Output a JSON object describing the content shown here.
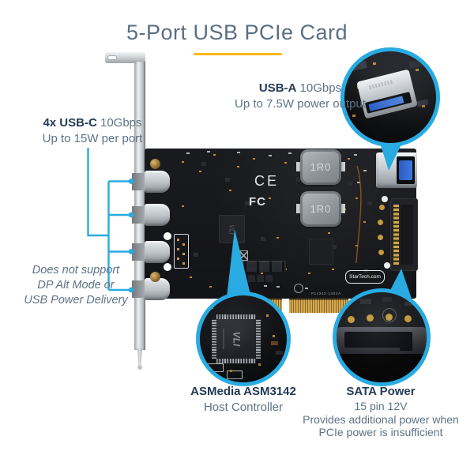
{
  "title": "5-Port USB PCIe Card",
  "callouts": {
    "usb_a": {
      "label": "USB-A",
      "speed": " 10Gbps",
      "detail": "Up to 7.5W power output"
    },
    "usb_c": {
      "label": "4x USB-C",
      "speed": " 10Gbps",
      "detail": "Up to 15W per port"
    },
    "usb_c_note": {
      "line1": "Does not support",
      "line2": "DP Alt Mode or",
      "line3": "USB Power Delivery"
    },
    "controller": {
      "label": "ASMedia ASM3142",
      "detail": "Host Controller"
    },
    "sata": {
      "label": "SATA Power",
      "detail1": "15 pin 12V",
      "detail2": "Provides additional power when",
      "detail3": "PCIe power is insufficient"
    }
  },
  "card_markings": {
    "ce": "CE",
    "fcc": "FC",
    "inductor_label": "1R0",
    "chip_logo": "VLI",
    "chip_macro_logo": "VLI",
    "brand_pre": "StarTech",
    "brand_dot": ".",
    "brand_post": "com",
    "part_number": "P14342-14X2A"
  },
  "colors": {
    "accent": "#29abe2",
    "underline": "#fdb913",
    "title_text": "#5b6e83",
    "label_bold": "#243a55",
    "label_text": "#5e7286"
  }
}
